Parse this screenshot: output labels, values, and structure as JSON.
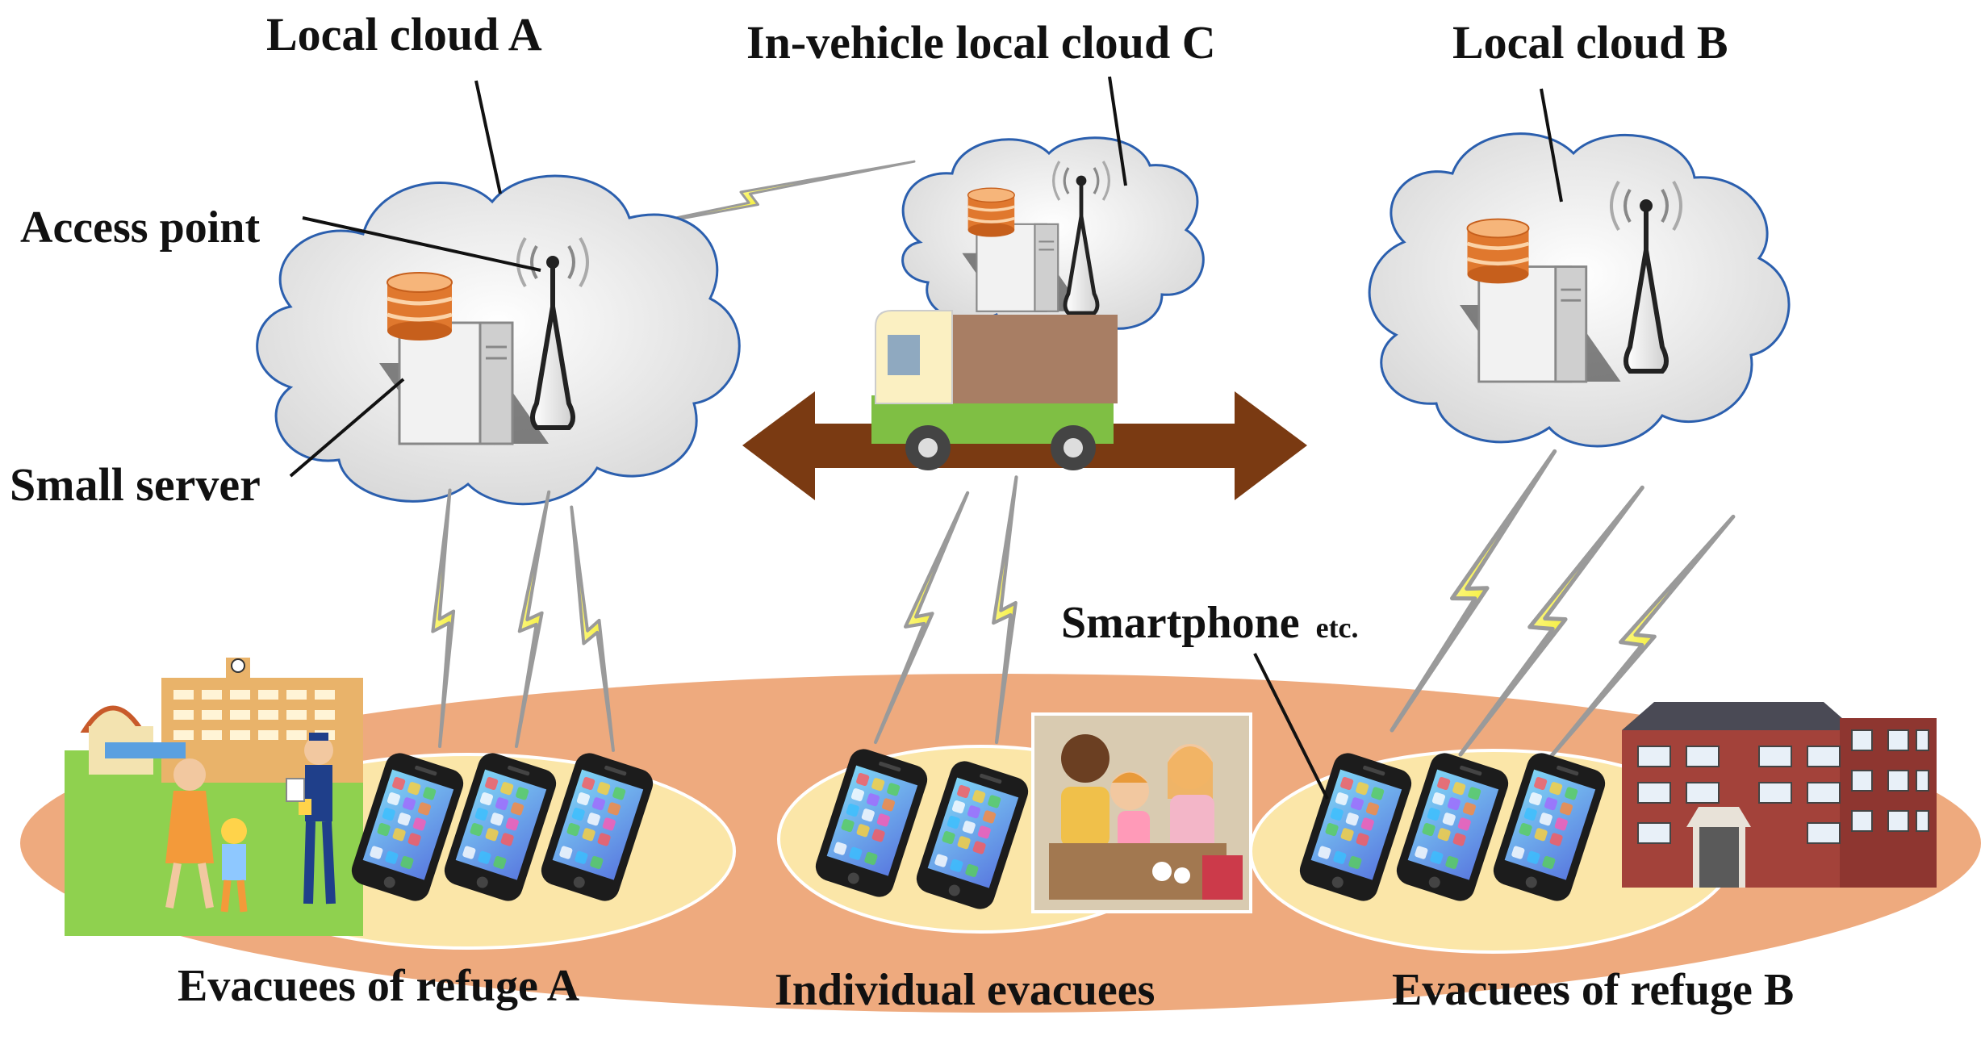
{
  "labels": {
    "local_cloud_a": "Local cloud A",
    "in_vehicle_cloud_c": "In-vehicle local cloud C",
    "local_cloud_b": "Local cloud B",
    "access_point": "Access point",
    "small_server": "Small server",
    "smartphone": "Smartphone",
    "smartphone_suffix": "etc.",
    "evacuees_a": "Evacuees of refuge A",
    "individual_evacuees": "Individual evacuees",
    "evacuees_b": "Evacuees of refuge B"
  },
  "colors": {
    "ground": "#eeaa7e",
    "zone": "#fbe6a8",
    "cloud_fill": "#f4f4f4",
    "cloud_stroke": "#2b5fae",
    "bolt": "#f4f23a",
    "arrow": "#7a3a12",
    "server_disk": "#e0782e",
    "truck_body": "#a87e64",
    "truck_cab": "#fbf0c2",
    "truck_base": "#7fbf44",
    "grass": "#8fd14f",
    "brick": "#a3423a"
  },
  "icons": {
    "server": "server-icon",
    "antenna": "antenna-icon",
    "smartphone": "smartphone-icon",
    "truck": "truck-icon",
    "lightning": "lightning-icon",
    "building": "building-icon"
  }
}
